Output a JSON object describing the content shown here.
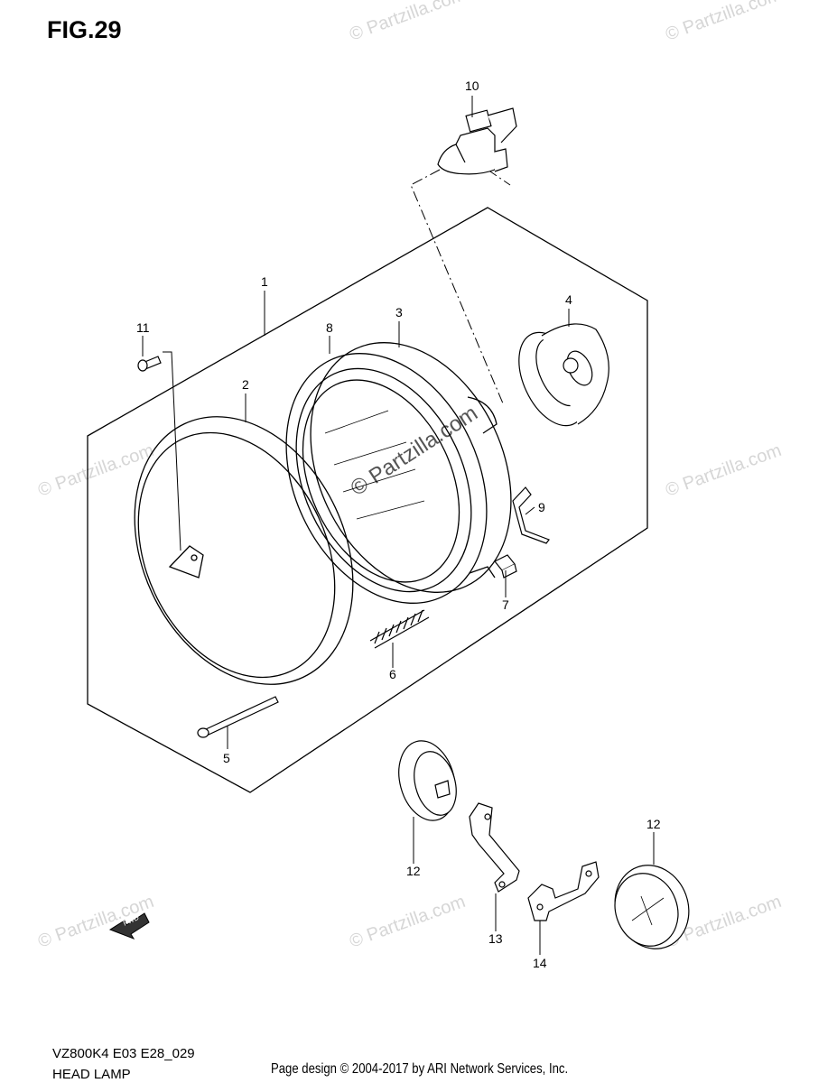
{
  "figure": {
    "title": "FIG.29"
  },
  "footer": {
    "model_code": "VZ800K4 E03 E28_029",
    "section_name": "HEAD LAMP",
    "credit": "Page design © 2004-2017 by ARI Network Services, Inc."
  },
  "watermark": {
    "text": "© Partzilla.com",
    "center_text": "© Partzilla.com"
  },
  "fwd_arrow": {
    "label": "FWD"
  },
  "callouts": [
    {
      "id": "1",
      "label": "1"
    },
    {
      "id": "2",
      "label": "2"
    },
    {
      "id": "3",
      "label": "3"
    },
    {
      "id": "4",
      "label": "4"
    },
    {
      "id": "5",
      "label": "5"
    },
    {
      "id": "6",
      "label": "6"
    },
    {
      "id": "7",
      "label": "7"
    },
    {
      "id": "8",
      "label": "8"
    },
    {
      "id": "9",
      "label": "9"
    },
    {
      "id": "10",
      "label": "10"
    },
    {
      "id": "11",
      "label": "11"
    },
    {
      "id": "12a",
      "label": "12"
    },
    {
      "id": "12b",
      "label": "12"
    },
    {
      "id": "13",
      "label": "13"
    },
    {
      "id": "14",
      "label": "14"
    }
  ]
}
